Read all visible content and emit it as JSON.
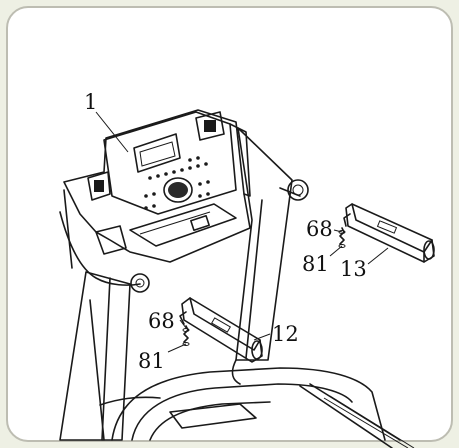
{
  "callouts": {
    "console": "1",
    "right_handle_screw": "68",
    "right_handle_washer": "81",
    "right_handle": "13",
    "left_handle_screw": "68",
    "left_handle_washer": "81",
    "left_handle": "12"
  },
  "colors": {
    "background": "#eef0e4",
    "frame": "#ffffff",
    "frame_border": "#bdbdb2",
    "line": "#1a1a1a"
  }
}
